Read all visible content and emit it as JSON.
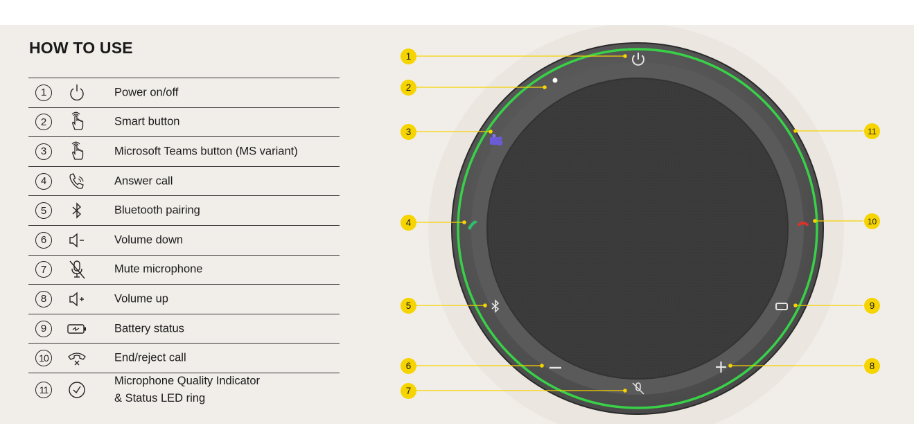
{
  "title": "HOW TO USE",
  "legend": [
    {
      "num": "1",
      "icon": "power-icon",
      "label": "Power on/off"
    },
    {
      "num": "2",
      "icon": "smart-button-icon",
      "label": "Smart button"
    },
    {
      "num": "3",
      "icon": "teams-button-icon",
      "label": "Microsoft Teams button (MS variant)"
    },
    {
      "num": "4",
      "icon": "answer-call-icon",
      "label": "Answer call"
    },
    {
      "num": "5",
      "icon": "bluetooth-icon",
      "label": "Bluetooth pairing"
    },
    {
      "num": "6",
      "icon": "volume-down-icon",
      "label": "Volume down"
    },
    {
      "num": "7",
      "icon": "mute-microphone-icon",
      "label": "Mute microphone"
    },
    {
      "num": "8",
      "icon": "volume-up-icon",
      "label": "Volume up"
    },
    {
      "num": "9",
      "icon": "battery-icon",
      "label": "Battery status"
    },
    {
      "num": "10",
      "icon": "end-call-icon",
      "label": "End/reject call"
    },
    {
      "num": "11",
      "icon": "check-circle-icon",
      "label": "Microphone Quality Indicator",
      "label2": "& Status LED ring"
    }
  ],
  "callouts": [
    "1",
    "2",
    "3",
    "4",
    "5",
    "6",
    "7",
    "8",
    "9",
    "10",
    "11"
  ],
  "colors": {
    "background": "#f1eeea",
    "callout": "#f6d400",
    "led_ring": "#38d148",
    "answer": "#2fbf6a",
    "end": "#e0302a",
    "teams": "#6b5bd6"
  }
}
